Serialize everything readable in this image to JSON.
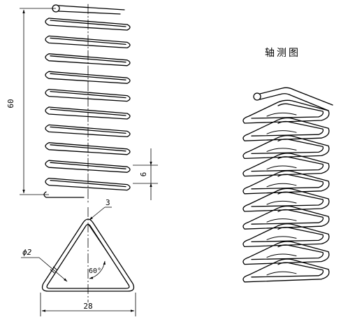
{
  "view_titles": {
    "isometric": "轴测图"
  },
  "dimensions": {
    "free_length": "60",
    "pitch": "6",
    "bend_radius": "3",
    "wire_diameter": "ϕ2",
    "apex_angle": "60°",
    "base_width": "28"
  },
  "spring": {
    "front_view_coils": 10,
    "isometric_coils": 10
  }
}
